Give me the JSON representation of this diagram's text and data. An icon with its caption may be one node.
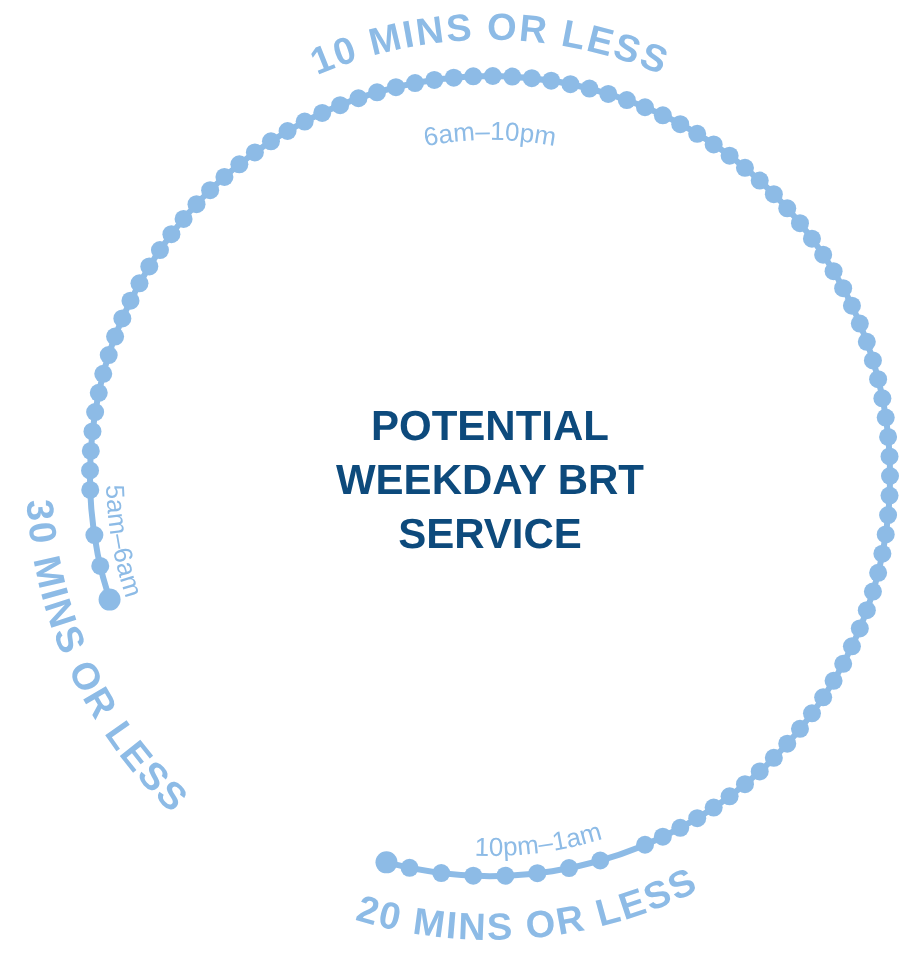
{
  "diagram": {
    "title": "POTENTIAL WEEKDAY BRT SERVICE",
    "labels": [
      "10 MINS OR LESS",
      "6am–10pm",
      "30 MINS OR LESS",
      "5am–6am",
      "10pm–1am",
      "20 MINS OR LESS"
    ]
  }
}
